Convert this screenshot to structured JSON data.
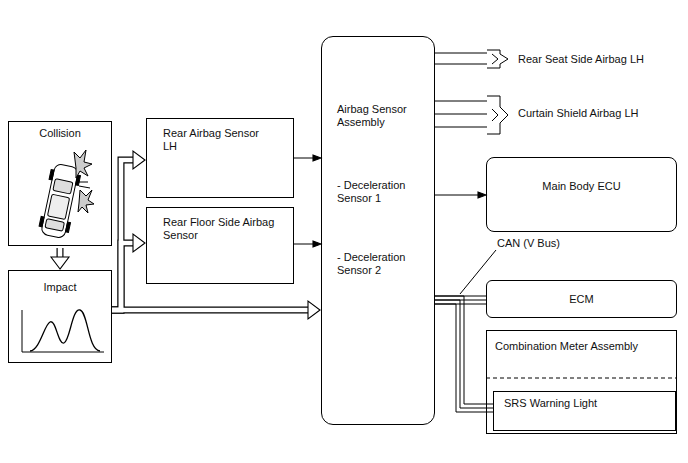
{
  "diagram": {
    "nodes": [
      {
        "text": [
          "Collision"
        ]
      },
      {
        "text": [
          "Impact"
        ]
      },
      {
        "text": [
          "Rear Airbag Sensor LH"
        ]
      },
      {
        "text": [
          "Rear Floor Side Airbag Sensor"
        ]
      },
      {
        "text": [
          "Airbag Sensor Assembly",
          "- Deceleration Sensor 1",
          "- Deceleration Sensor 2"
        ]
      },
      {
        "text": [
          "Rear Seat Side Airbag LH"
        ]
      },
      {
        "text": [
          "Curtain Shield Airbag LH"
        ]
      },
      {
        "text": [
          "Main Body ECU"
        ]
      },
      {
        "text": [
          "ECM"
        ]
      },
      {
        "text": [
          "Combination Meter Assembly"
        ]
      },
      {
        "text": [
          "SRS Warning Light"
        ],
        "in": 9
      }
    ],
    "edges": [
      {
        "from": 0,
        "to": 1,
        "arrow": "to"
      },
      {
        "from": 1,
        "to": 2,
        "arrow": "to"
      },
      {
        "from": 1,
        "to": 3,
        "arrow": "to"
      },
      {
        "from": 1,
        "to": 4,
        "arrow": "to"
      },
      {
        "from": 2,
        "to": 4,
        "arrow": "to"
      },
      {
        "from": 3,
        "to": 4,
        "arrow": "to"
      },
      {
        "from": 4,
        "to": 5,
        "arrow": "none"
      },
      {
        "from": 4,
        "to": 6,
        "arrow": "none"
      },
      {
        "from": 4,
        "to": 7,
        "arrow": "to"
      },
      {
        "from": 4,
        "to": 8,
        "arrow": "none"
      },
      {
        "from": 4,
        "to": 10,
        "arrow": "none"
      }
    ],
    "labels": [
      "CAN (V Bus)"
    ]
  }
}
